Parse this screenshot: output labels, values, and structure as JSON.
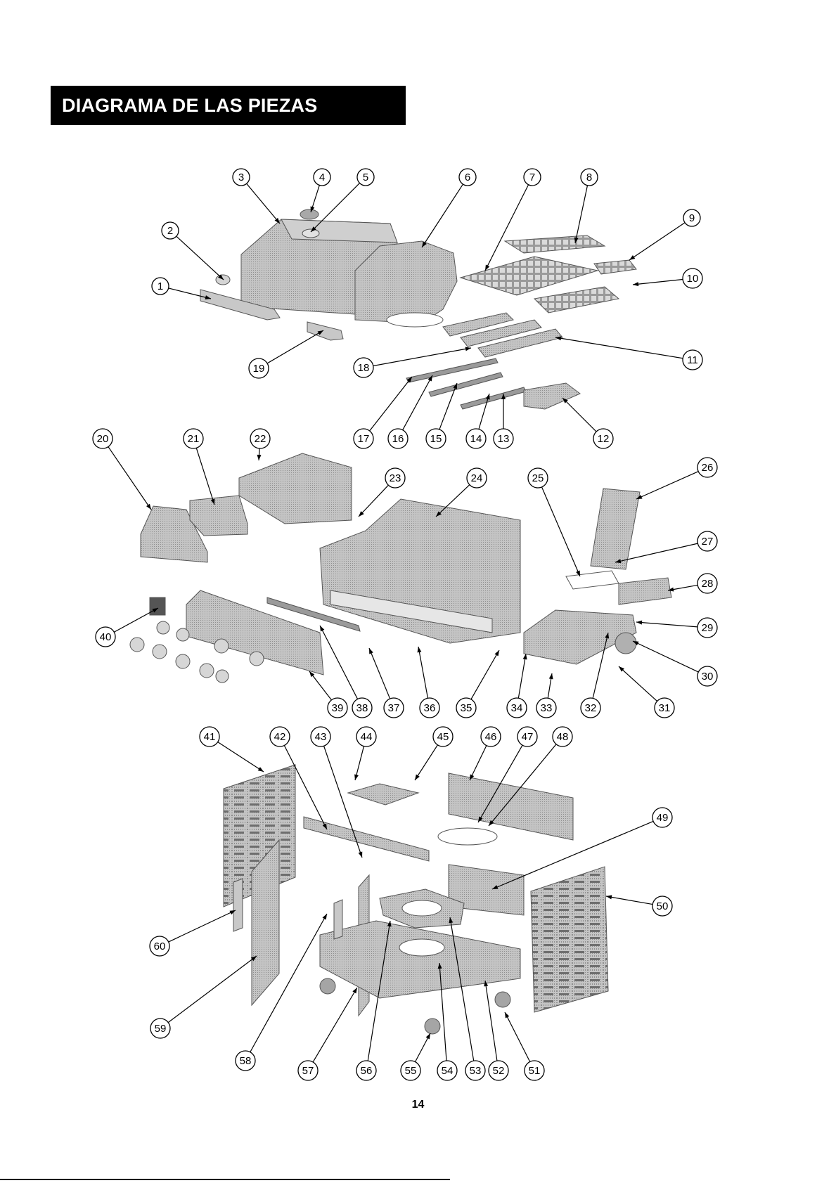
{
  "header": {
    "title": "DIAGRAMA DE LAS PIEZAS"
  },
  "footer": {
    "page_number": "14"
  },
  "colors": {
    "part_fill": "#b5b5b5",
    "part_dark": "#8a8a8a",
    "part_light": "#d2d2d2",
    "title_bg": "#000000"
  },
  "callouts": [
    "1",
    "2",
    "3",
    "4",
    "5",
    "6",
    "7",
    "8",
    "9",
    "10",
    "11",
    "12",
    "13",
    "14",
    "15",
    "16",
    "17",
    "18",
    "19",
    "20",
    "21",
    "22",
    "23",
    "24",
    "25",
    "26",
    "27",
    "28",
    "29",
    "30",
    "31",
    "32",
    "33",
    "34",
    "35",
    "36",
    "37",
    "38",
    "39",
    "40",
    "41",
    "42",
    "43",
    "44",
    "45",
    "46",
    "47",
    "48",
    "49",
    "50",
    "51",
    "52",
    "53",
    "54",
    "55",
    "56",
    "57",
    "58",
    "59",
    "60"
  ]
}
